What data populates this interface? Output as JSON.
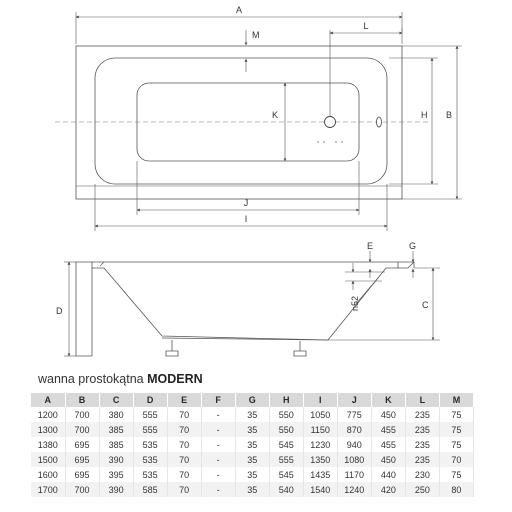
{
  "drawing": {
    "dimension_labels": {
      "A": "A",
      "B": "B",
      "C": "C",
      "D": "D",
      "E": "E",
      "G": "G",
      "H": "H",
      "I": "I",
      "J": "J",
      "K": "K",
      "L": "L",
      "M": "M",
      "n52": "n52"
    }
  },
  "table": {
    "caption_prefix": "wanna prostokątna",
    "caption_name": "MODERN",
    "headers": [
      "A",
      "B",
      "C",
      "D",
      "E",
      "F",
      "G",
      "H",
      "I",
      "J",
      "K",
      "L",
      "M"
    ],
    "rows": [
      [
        "1200",
        "700",
        "380",
        "555",
        "70",
        "-",
        "35",
        "550",
        "1050",
        "775",
        "450",
        "235",
        "75"
      ],
      [
        "1300",
        "700",
        "385",
        "555",
        "70",
        "-",
        "35",
        "550",
        "1150",
        "870",
        "455",
        "235",
        "75"
      ],
      [
        "1380",
        "695",
        "385",
        "535",
        "70",
        "-",
        "35",
        "545",
        "1230",
        "940",
        "455",
        "235",
        "75"
      ],
      [
        "1500",
        "695",
        "390",
        "535",
        "70",
        "-",
        "35",
        "555",
        "1350",
        "1080",
        "450",
        "235",
        "70"
      ],
      [
        "1600",
        "695",
        "395",
        "535",
        "70",
        "-",
        "35",
        "545",
        "1435",
        "1170",
        "440",
        "230",
        "75"
      ],
      [
        "1700",
        "700",
        "390",
        "585",
        "70",
        "-",
        "35",
        "540",
        "1540",
        "1240",
        "420",
        "250",
        "80"
      ]
    ]
  }
}
